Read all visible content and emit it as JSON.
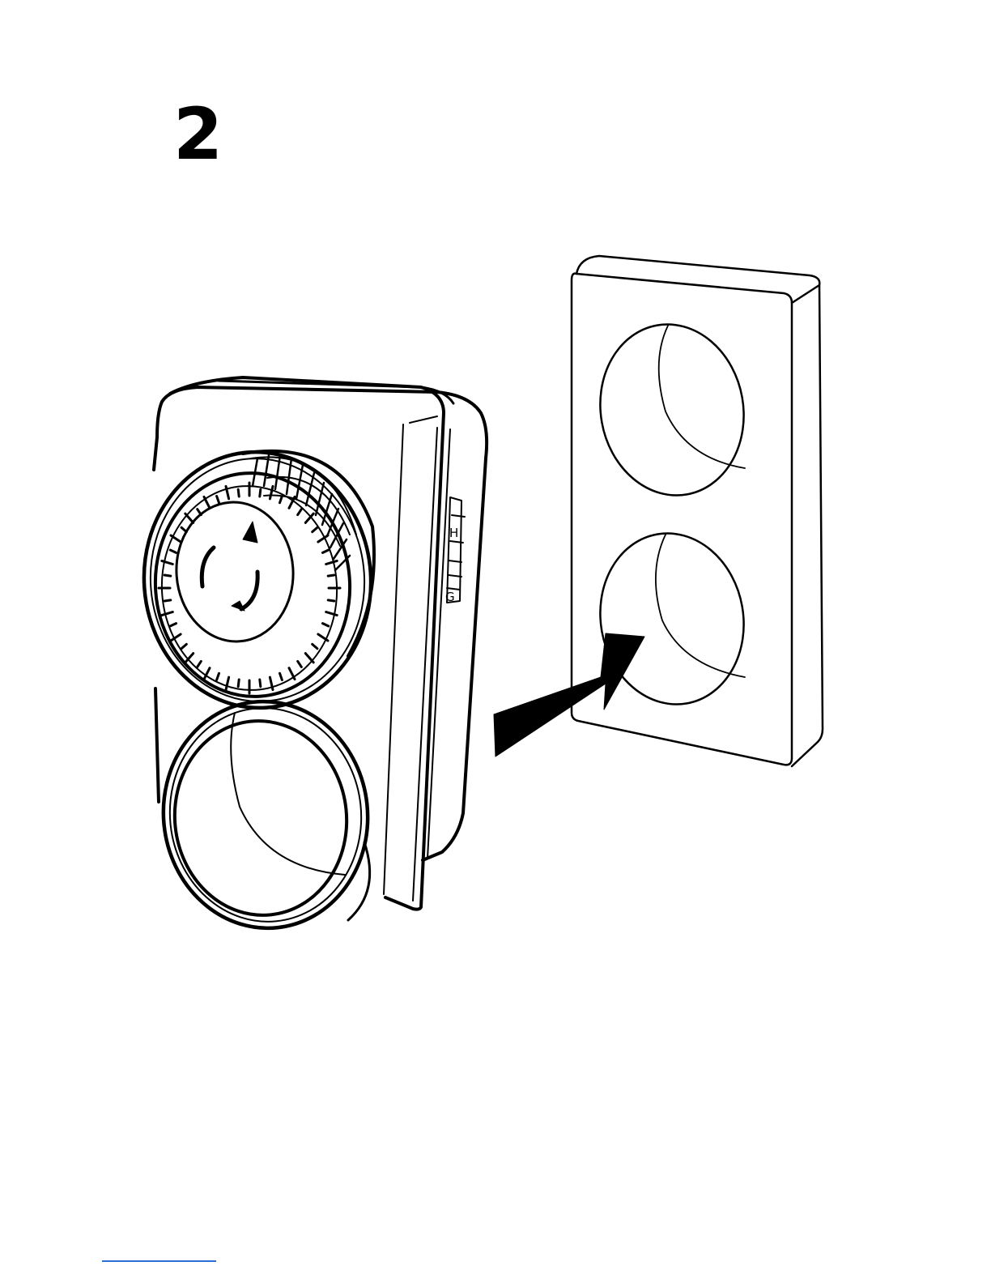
{
  "step": {
    "number": "2"
  },
  "illustration": {
    "timer_switch_letters": [
      "H",
      "G"
    ]
  },
  "colors": {
    "line": "#000000",
    "background": "#ffffff",
    "footer_rule": "#2b6fd6"
  }
}
